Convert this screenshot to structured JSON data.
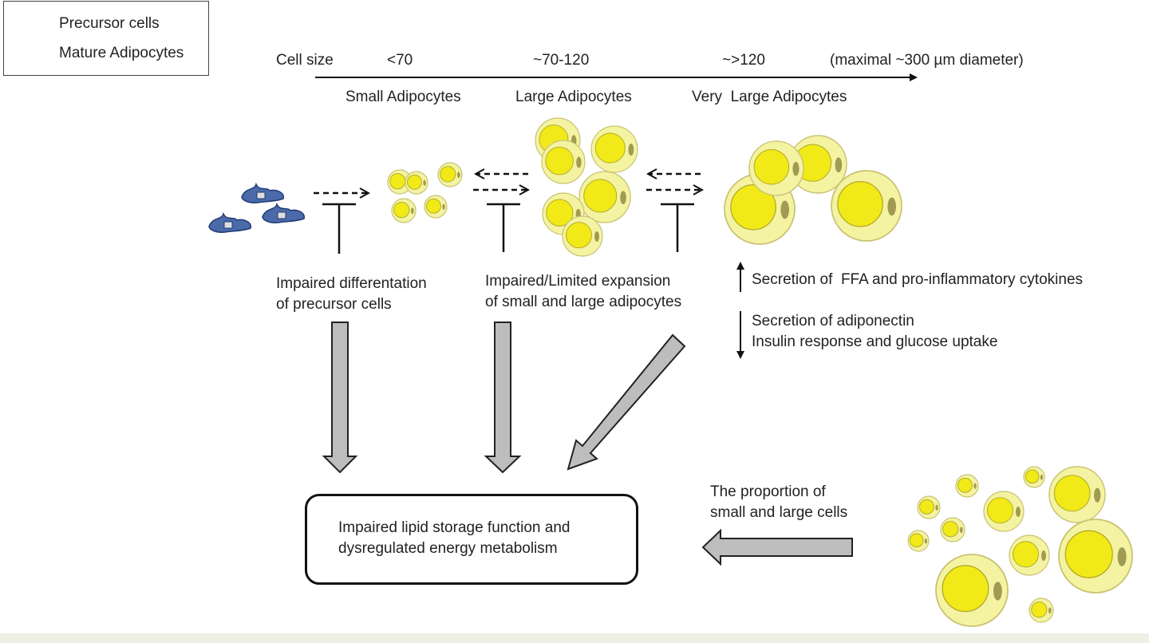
{
  "legend": {
    "precursor_label": "Precursor cells",
    "mature_label": "Mature Adipocytes"
  },
  "cell_size_axis": {
    "label": "Cell size",
    "ticks": [
      "<70",
      "~70-120",
      "~>120",
      "(maximal ~300 µm diameter)"
    ],
    "categories": [
      "Small Adipocytes",
      "Large Adipocytes",
      "Very  Large Adipocytes"
    ]
  },
  "inhibitions": {
    "differentiation": "Impaired differentation\n of precursor cells",
    "expansion": "Impaired/Limited expansion\nof small and large adipocytes"
  },
  "secretion": {
    "increase": "Secretion of  FFA and pro-inflammatory cytokines",
    "decrease": "Secretion of adiponectin\nInsulin response and glucose uptake"
  },
  "result": {
    "text": "Impaired lipid storage function and\ndysregulated energy metabolism"
  },
  "proportion": {
    "text": "The proportion of\nsmall and large cells"
  },
  "colors": {
    "precursor_fill": "#4a6aa8",
    "cell_outer": "#f4f3a2",
    "cell_inner": "#f2ea18",
    "cell_nucleus": "#a09a52",
    "block_arrow": "#bdbdbd",
    "line": "#111111"
  }
}
